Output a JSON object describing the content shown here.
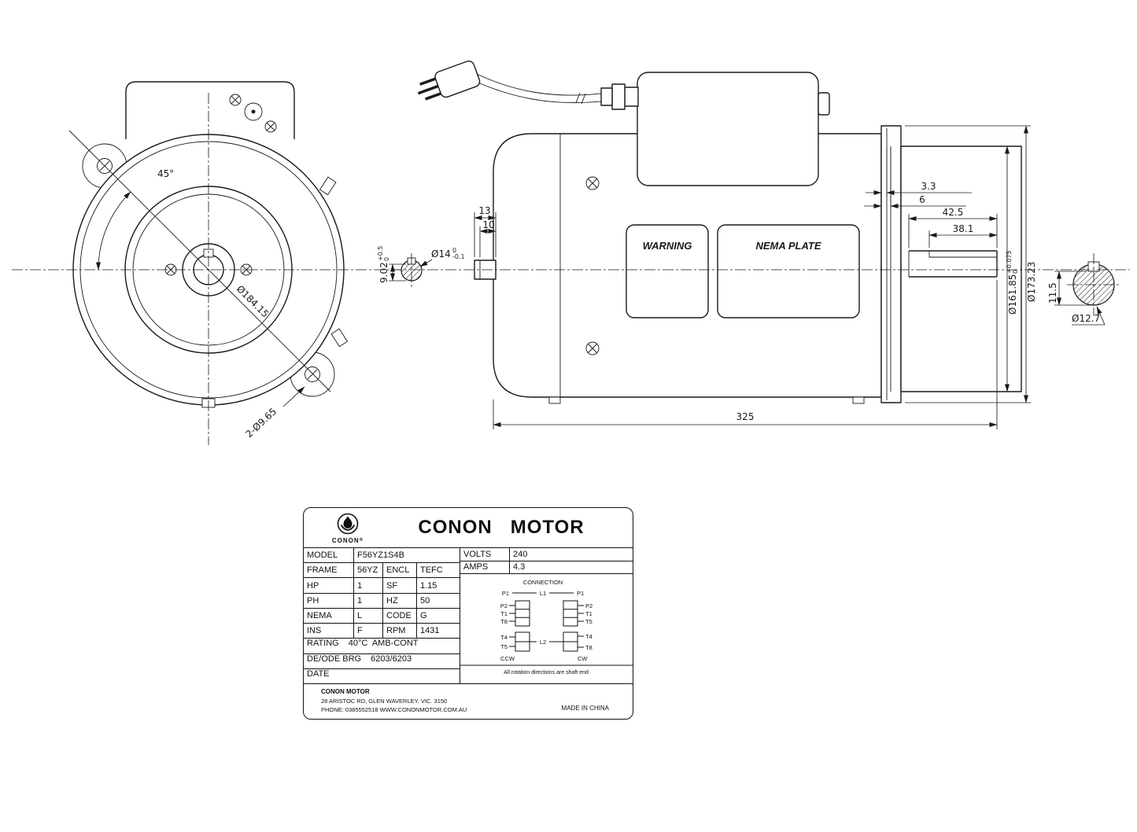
{
  "front_view": {
    "angle": "45°",
    "bolt_circle_diameter": "Ø184.15",
    "mounting_holes": "2-Ø9.65"
  },
  "side_view": {
    "warning_label": "WARNING",
    "nema_plate_label": "NEMA PLATE",
    "overall_length": "325",
    "de_shaft": {
      "len_total": "13",
      "len_usable": "10",
      "key_height": "9.02",
      "key_height_tol_upper": "+0.5",
      "key_height_tol_lower": "0",
      "dia": "Ø14",
      "dia_tol_upper": "0",
      "dia_tol_lower": "-0.1"
    },
    "ode_shaft": {
      "step": "3.3",
      "boss": "6",
      "len_total": "42.5",
      "len_key": "38.1",
      "spigot_dia": "Ø161.85",
      "spigot_tol_upper": "+0.075",
      "spigot_tol_lower": "0",
      "flange_dia": "Ø173.23",
      "key_flat": "11.5",
      "dia": "Ø12.7"
    }
  },
  "nameplate": {
    "logo_text": "CONON",
    "logo_reg": "®",
    "title": "CONON   MOTOR",
    "rows": {
      "model_label": "MODEL",
      "model_value": "F56YZ1S4B",
      "volts_label": "VOLTS",
      "volts_value": "240",
      "frame_label": "FRAME",
      "frame_value": "56YZ",
      "encl_label": "ENCL",
      "encl_value": "TEFC",
      "amps_label": "AMPS",
      "amps_value": "4.3",
      "hp_label": "HP",
      "hp_value": "1",
      "sf_label": "SF",
      "sf_value": "1.15",
      "ph_label": "PH",
      "ph_value": "1",
      "hz_label": "HZ",
      "hz_value": "50",
      "nema_label": "NEMA",
      "nema_value": "L",
      "code_label": "CODE",
      "code_value": "G",
      "ins_label": "INS",
      "ins_value": "F",
      "rpm_label": "RPM",
      "rpm_value": "1431",
      "rating_label": "RATING",
      "rating_value": "40°C  AMB-CONT",
      "brg_label": "DE/ODE BRG",
      "brg_value": "6203/6203",
      "date_label": "DATE"
    },
    "connection": {
      "title": "CONNECTION",
      "p1_left": "P1",
      "l1": "L1",
      "p1_right": "P1",
      "p2_left": "P2",
      "t1_left": "T1",
      "t8_left": "T8",
      "p2_right": "P2",
      "t1_right": "T1",
      "t5_right": "T5",
      "t4_left": "T4",
      "t5_left": "T5",
      "l2": "L2",
      "t4_right": "T4",
      "t8_right": "T8",
      "ccw": "CCW",
      "cw": "CW",
      "note": "All rotation directions are shaft end"
    },
    "footer": {
      "company": "CONON MOTOR",
      "address": "28 ARISTOC RD, GLEN WAVERLEY. VIC. 3150",
      "phone_web": "PHONE: 0385552518 WWW.CONONMOTOR.COM.AU",
      "made_in": "MADE IN CHINA"
    }
  }
}
